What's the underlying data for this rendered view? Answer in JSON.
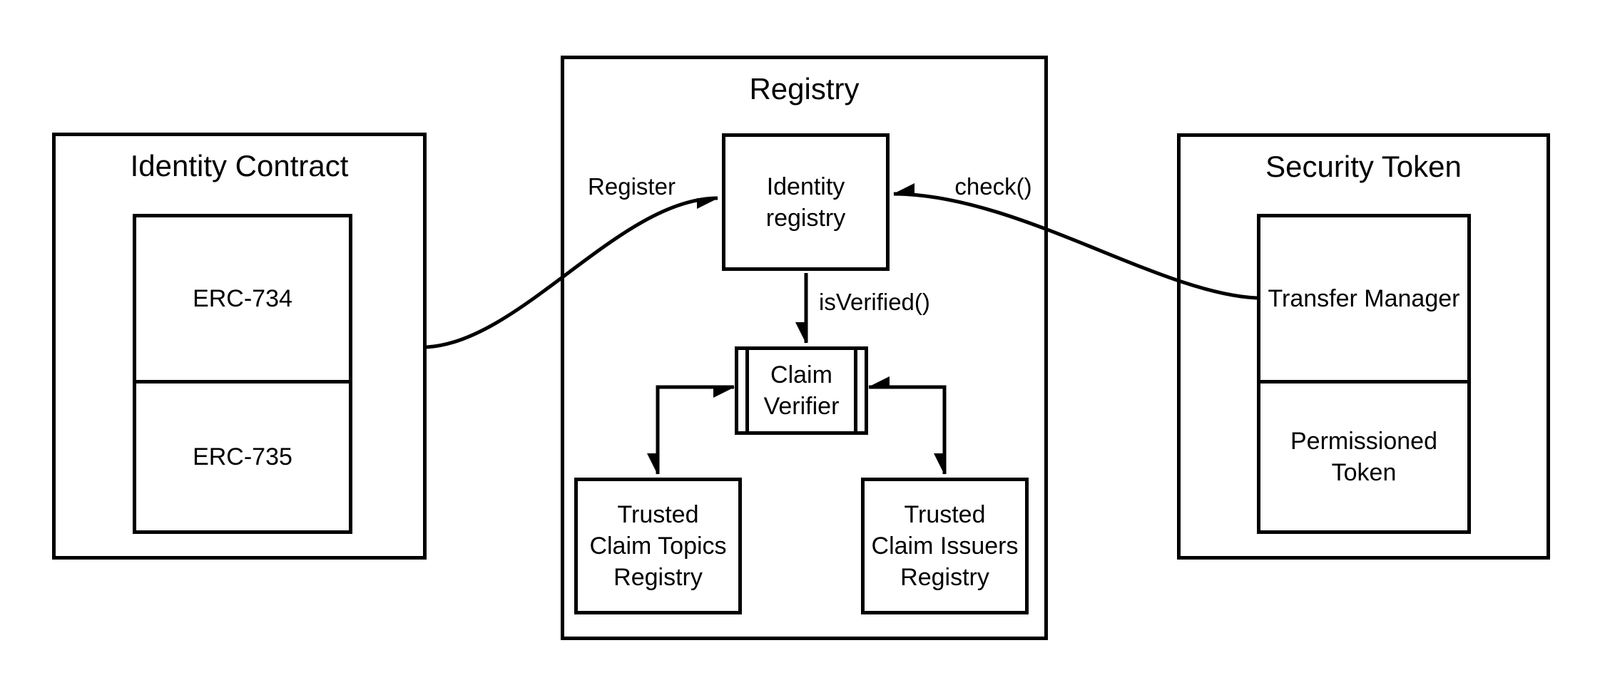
{
  "diagram": {
    "colors": {
      "stroke": "#000000",
      "background": "#ffffff"
    },
    "identity_contract": {
      "title": "Identity Contract",
      "erc734_label": "ERC-734",
      "erc735_label": "ERC-735"
    },
    "registry": {
      "title": "Registry",
      "identity_registry_label": "Identity\nregistry",
      "claim_verifier_label": "Claim\nVerifier",
      "trusted_claim_topics_label": "Trusted\nClaim Topics\nRegistry",
      "trusted_claim_issuers_label": "Trusted\nClaim Issuers\nRegistry"
    },
    "security_token": {
      "title": "Security Token",
      "transfer_manager_label": "Transfer Manager",
      "permissioned_token_label": "Permissioned\nToken"
    },
    "edges": {
      "register_label": "Register",
      "check_label": "check()",
      "is_verified_label": "isVerified()"
    }
  }
}
